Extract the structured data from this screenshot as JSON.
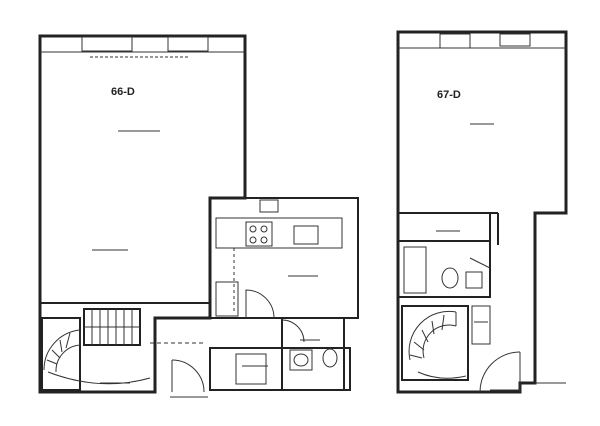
{
  "units": [
    {
      "id": "66-D",
      "label": "66-D"
    },
    {
      "id": "67-D",
      "label": "67-D"
    }
  ],
  "colors": {
    "background": "#ffffff",
    "ink": "#222222"
  }
}
